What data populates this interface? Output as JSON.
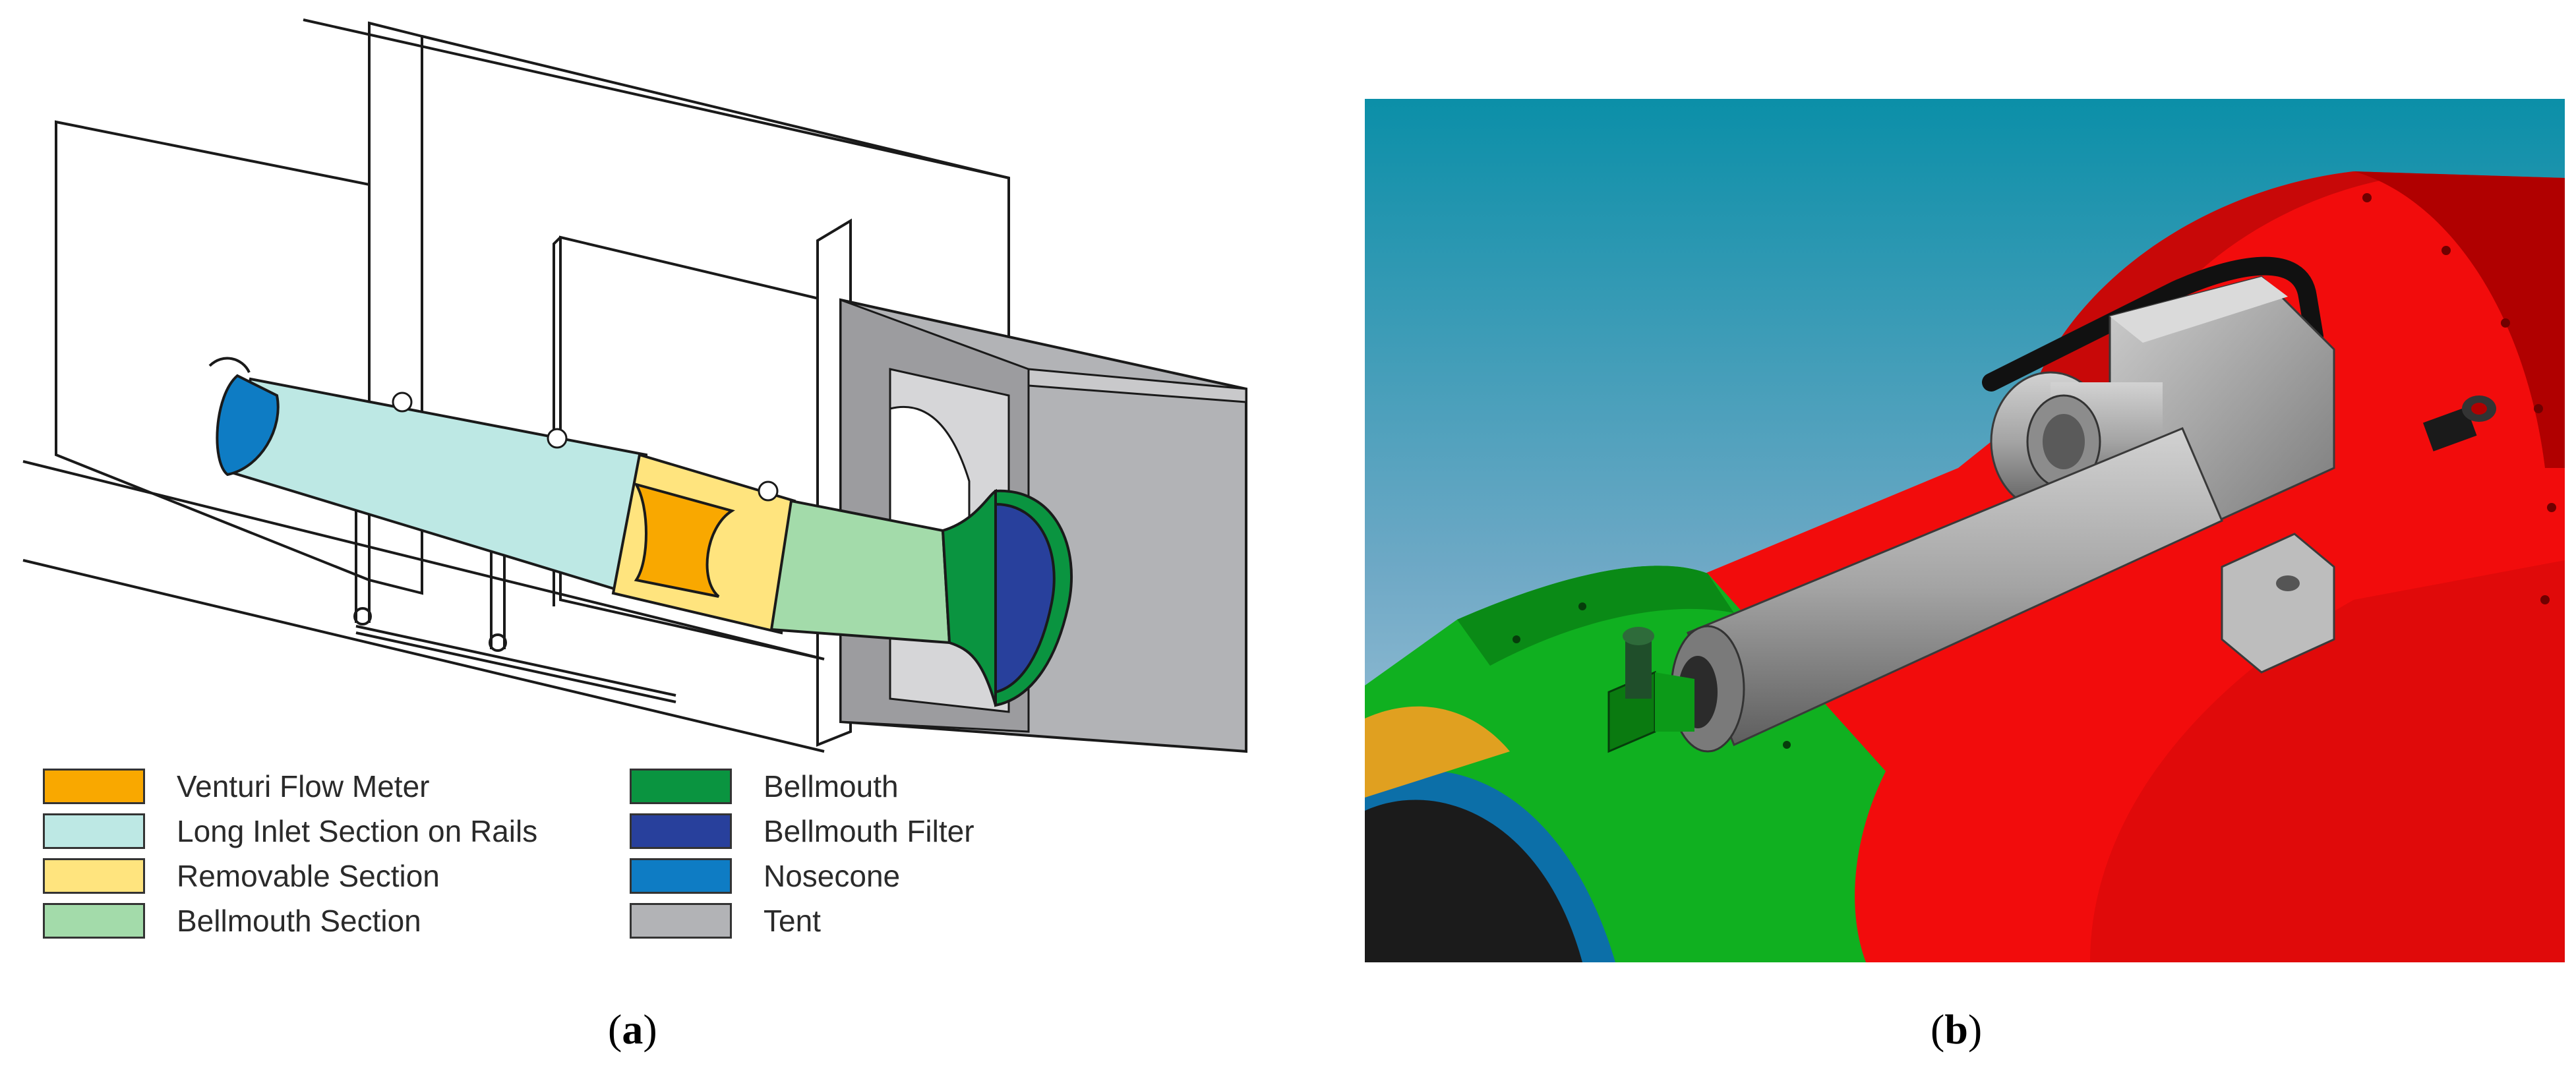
{
  "legend": {
    "items": [
      {
        "label": "Venturi Flow Meter",
        "color": "#F9A800"
      },
      {
        "label": "Long Inlet Section on Rails",
        "color": "#BDE8E4"
      },
      {
        "label": "Removable Section",
        "color": "#FFE47E"
      },
      {
        "label": "Bellmouth Section",
        "color": "#A3DBAA"
      },
      {
        "label": "Bellmouth",
        "color": "#0A9440"
      },
      {
        "label": "Bellmouth Filter",
        "color": "#28409C"
      },
      {
        "label": "Nosecone",
        "color": "#0E7CC4"
      },
      {
        "label": "Tent",
        "color": "#B2B3B6"
      }
    ]
  },
  "captions": {
    "a_open": "(",
    "a_letter": "a",
    "a_close": ")",
    "b_open": "(",
    "b_letter": "b",
    "b_close": ")"
  },
  "colors": {
    "sky_top": "#0B8FA8",
    "sky_bottom": "#BFD3E3",
    "red_duct": "#F20C0C",
    "green_duct": "#10B020",
    "actuator_grey": "#9E9E9E"
  }
}
